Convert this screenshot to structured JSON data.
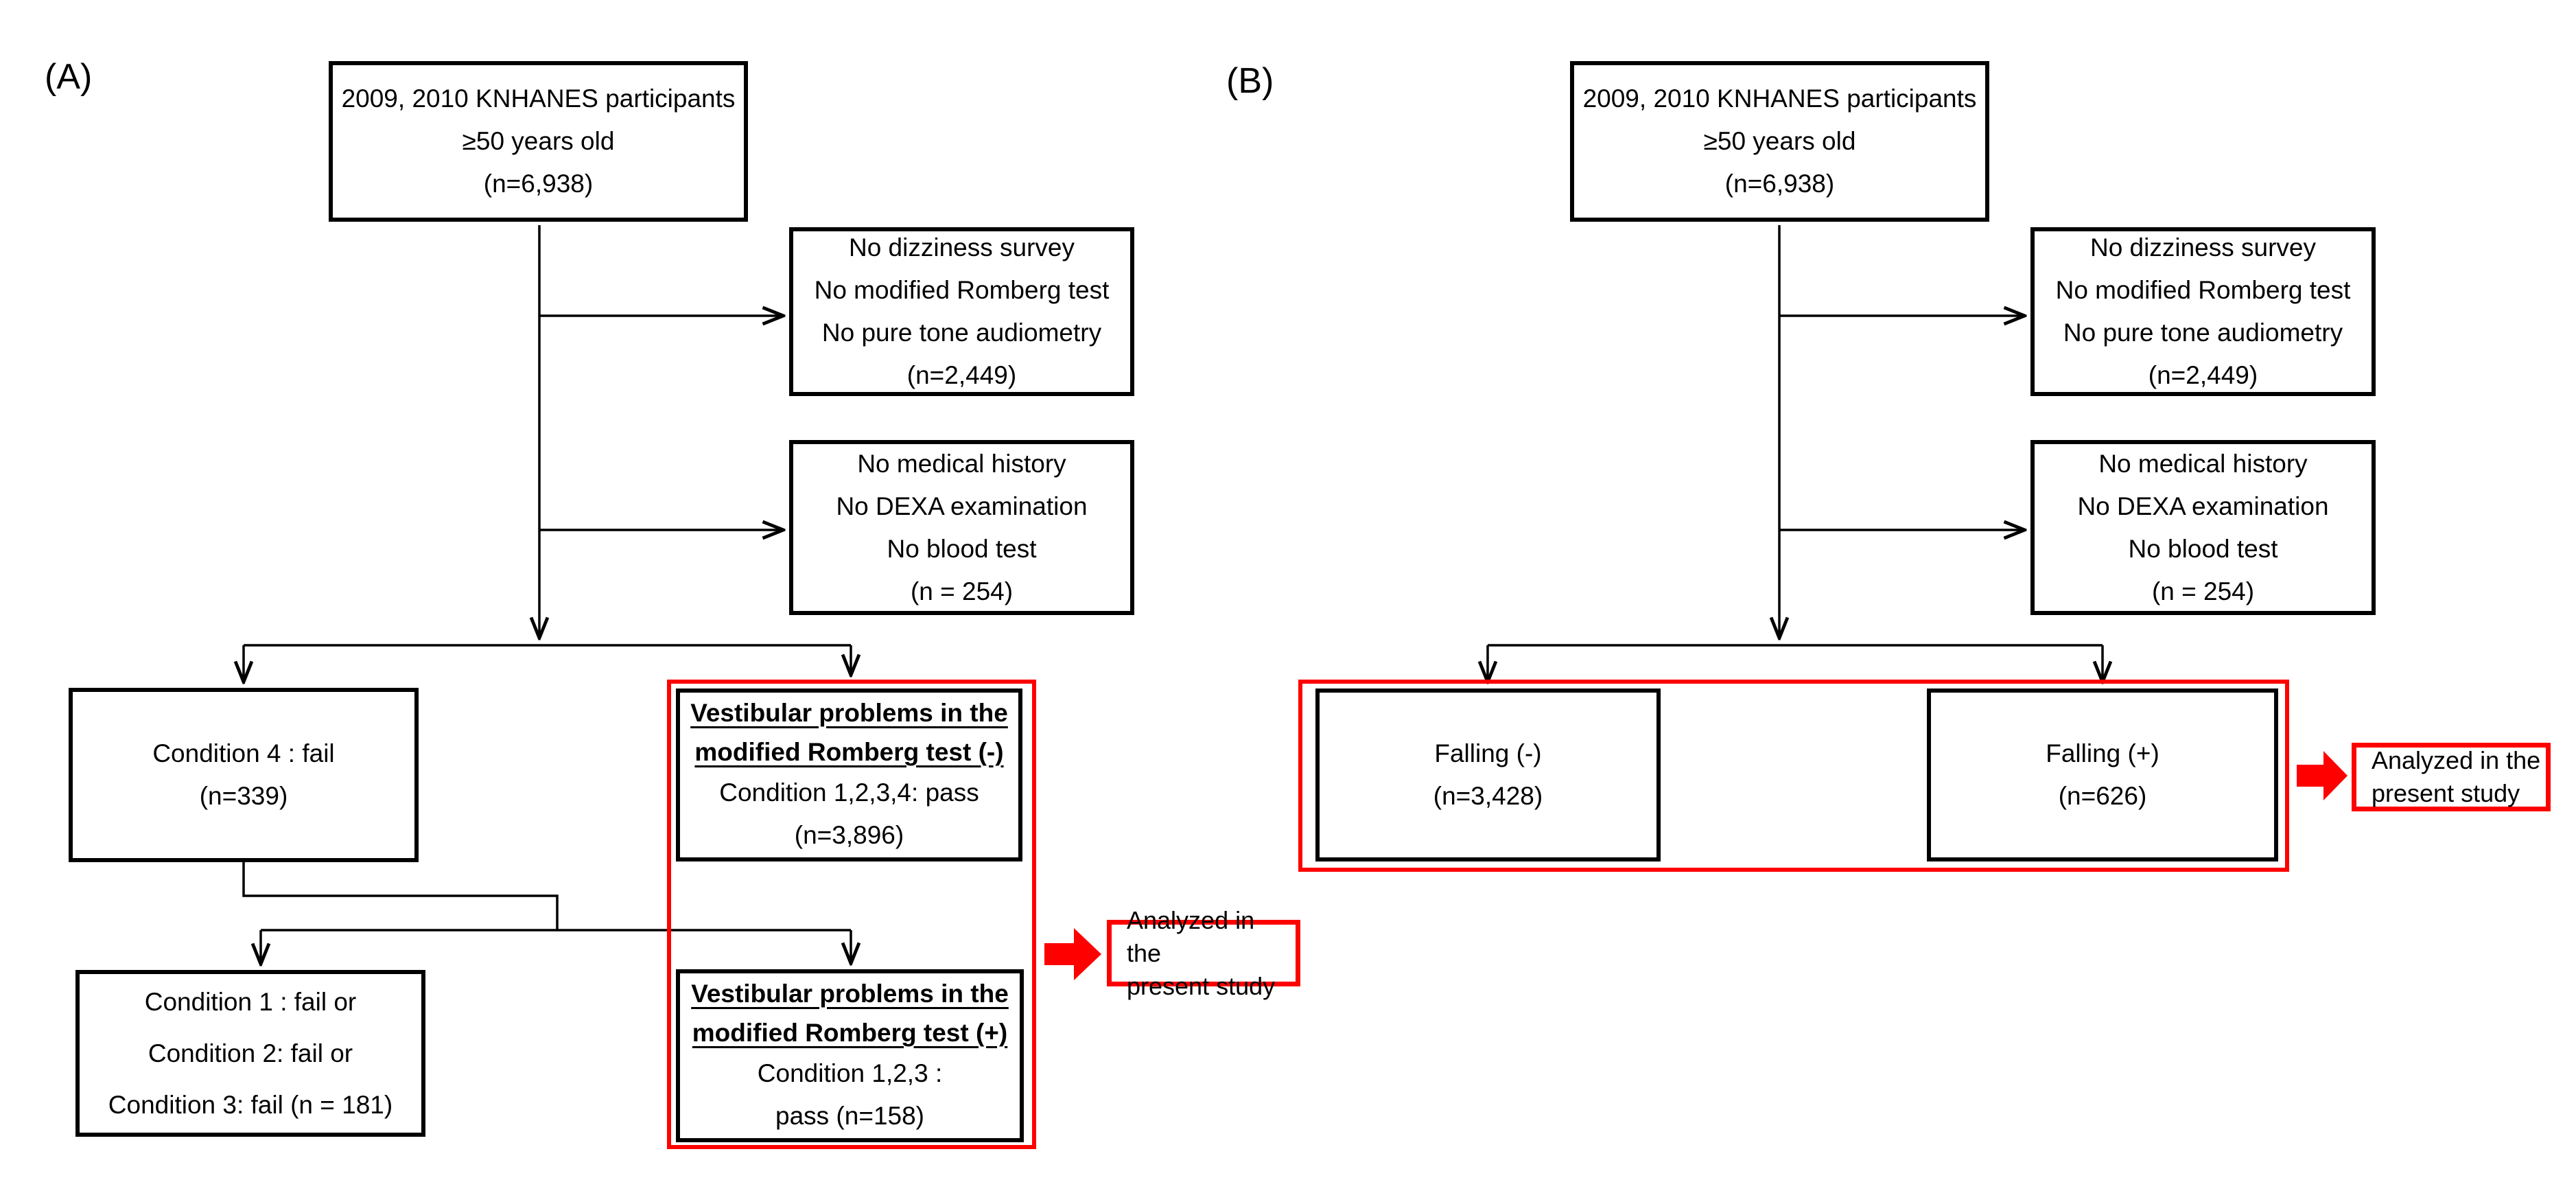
{
  "figure": {
    "panel_a_label": "(A)",
    "panel_b_label": "(B)"
  },
  "colors": {
    "highlight_red": "#FF0000",
    "line_black": "#000000",
    "background": "#FFFFFF",
    "text": "#000000"
  },
  "icons": {
    "analyzed_pointer": "red-block-arrow-right"
  },
  "panelA": {
    "top_box": {
      "lines": [
        "2009, 2010 KNHANES participants",
        "≥50 years old",
        "(n=6,938)"
      ]
    },
    "exclusion_box_1": {
      "lines": [
        "No dizziness survey",
        "No modified Romberg test",
        "No pure tone audiometry",
        "(n=2,449)"
      ]
    },
    "exclusion_box_2": {
      "lines": [
        "No medical history",
        "No DEXA examination",
        "No blood test",
        "(n = 254)"
      ]
    },
    "condition4_box": {
      "lines": [
        "Condition 4 : fail",
        "(n=339)"
      ]
    },
    "vestibular_negative_box": {
      "heading": [
        "Vestibular problems in the",
        "modified Romberg test (-)"
      ],
      "lines": [
        "Condition 1,2,3,4: pass",
        "(n=3,896)"
      ]
    },
    "condition123_box": {
      "lines": [
        "Condition 1 : fail or",
        "Condition 2: fail or",
        "Condition 3: fail (n = 181)"
      ]
    },
    "vestibular_positive_box": {
      "heading": [
        "Vestibular problems in the",
        "modified Romberg test (+)"
      ],
      "lines": [
        "Condition 1,2,3 :",
        "pass (n=158)"
      ]
    },
    "analyzed_box": {
      "lines": [
        "Analyzed in the",
        "present study"
      ]
    }
  },
  "panelB": {
    "top_box": {
      "lines": [
        "2009, 2010 KNHANES participants",
        "≥50 years old",
        "(n=6,938)"
      ]
    },
    "exclusion_box_1": {
      "lines": [
        "No dizziness survey",
        "No modified Romberg test",
        "No pure tone audiometry",
        "(n=2,449)"
      ]
    },
    "exclusion_box_2": {
      "lines": [
        "No medical history",
        "No DEXA examination",
        "No blood test",
        "(n = 254)"
      ]
    },
    "falling_negative_box": {
      "lines": [
        "Falling (-)",
        "(n=3,428)"
      ]
    },
    "falling_positive_box": {
      "lines": [
        "Falling (+)",
        "(n=626)"
      ]
    },
    "analyzed_box": {
      "lines": [
        "Analyzed in the",
        "present study"
      ]
    }
  }
}
